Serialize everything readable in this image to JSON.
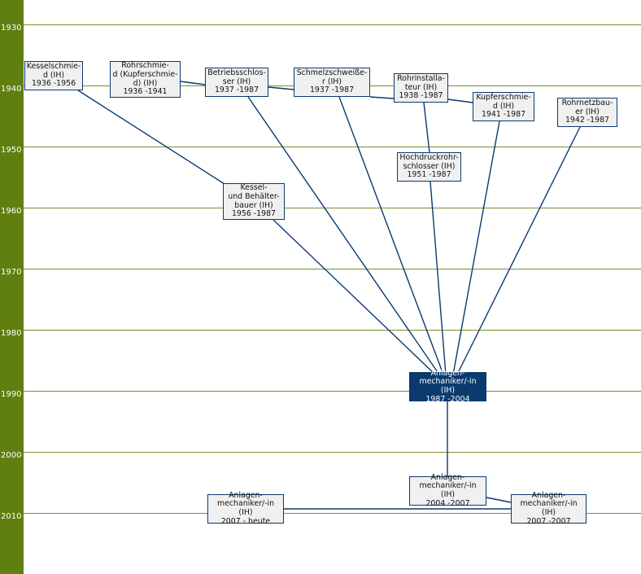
{
  "timeline": {
    "years": [
      "1930",
      "1940",
      "1950",
      "1960",
      "1970",
      "1980",
      "1990",
      "2000",
      "2010"
    ]
  },
  "colors": {
    "axis_band": "#5f7f10",
    "grid_line": "#7b8f2a",
    "node_fill": "#f0f0f0",
    "node_border": "#0a3a6e",
    "highlight_fill": "#0a3a6e",
    "connector": "#0a3a6e"
  },
  "nodes": [
    {
      "id": "kesselschmied",
      "name": "Kesselschmie-\nd (IH)",
      "period": "1936 -1956"
    },
    {
      "id": "rohrschmied",
      "name": "Rohrschmie-\nd (Kupferschmie-\nd) (IH)",
      "period": "1936 -1941"
    },
    {
      "id": "betriebsschlosser",
      "name": "Betriebsschlos-\nser (IH)",
      "period": "1937 -1987"
    },
    {
      "id": "schmelzschweisser",
      "name": "Schmelzschweiße-\nr (IH)",
      "period": "1937 -1987"
    },
    {
      "id": "rohrinstallateur",
      "name": "Rohrinstalla-\nteur (IH)",
      "period": "1938 -1987"
    },
    {
      "id": "kupferschmied",
      "name": "Kupferschmie-\nd (IH)",
      "period": "1941 -1987"
    },
    {
      "id": "rohrnetzbauer",
      "name": "Rohrnetzbau-\ner (IH)",
      "period": "1942 -1987"
    },
    {
      "id": "hochdruckrohrschlosser",
      "name": "Hochdruckrohr-\nschlosser (IH)",
      "period": "1951 -1987"
    },
    {
      "id": "kesselbehaelterbauer",
      "name": "Kessel-\nund Behälter-\nbauer (IH)",
      "period": "1956 -1987"
    },
    {
      "id": "anlagenmech1987",
      "name": "Anlagen-\nmechaniker/-in (IH)",
      "period": "1987 -2004",
      "highlight": true
    },
    {
      "id": "anlagenmech2004",
      "name": "Anlagen-\nmechaniker/-in (IH)",
      "period": "2004 -2007"
    },
    {
      "id": "anlagenmech2007a",
      "name": "Anlagen-\nmechaniker/-in (IH)",
      "period": "2007 -2007"
    },
    {
      "id": "anlagenmech2007b",
      "name": "Anlagen-\nmechaniker/-in (IH)",
      "period": "2007 - heute"
    }
  ]
}
